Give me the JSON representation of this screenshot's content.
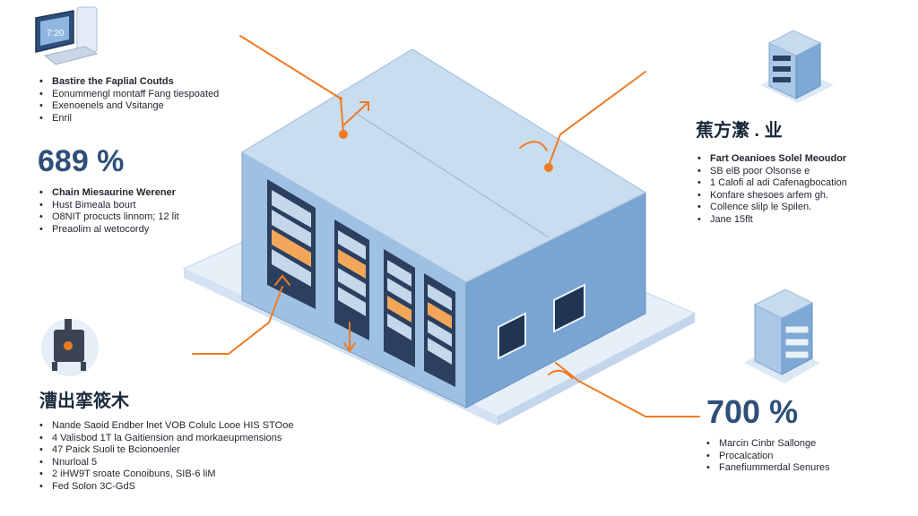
{
  "colors": {
    "accent_orange": "#f07a24",
    "building_roof": "#c9ddf0",
    "building_left_wall": "#9ec1e3",
    "building_right_wall": "#7aa5d3",
    "platform": "#e7f0f9",
    "value_text": "#2e4f79"
  },
  "icons": [
    "computer-icon",
    "server-tower-icon",
    "generator-icon",
    "server-rack-icon"
  ],
  "top_left": {
    "items": [
      {
        "text": "Bastire the Faplial Coutds",
        "bold": true
      },
      {
        "text": "Eonummengl montaff Fang tiespoated",
        "bold": false
      },
      {
        "text": "Exenoenels and Vsitange",
        "bold": false
      },
      {
        "text": "Enril",
        "bold": false
      }
    ],
    "value": "689 %",
    "sub_items": [
      {
        "text": "Chain Miesaurine Werener",
        "bold": true
      },
      {
        "text": "Hust Bimeala bourt",
        "bold": false
      },
      {
        "text": "O8NIT procucts linnom; 12 lit",
        "bold": false
      },
      {
        "text": "Preaolim al wetocordy",
        "bold": false
      }
    ]
  },
  "bottom_left": {
    "heading": "漕出挛筱木",
    "items": [
      {
        "text": "Nande Saoid Endber lnet VOB Colulc Looe HIS STOoe"
      },
      {
        "text": "4 Valisbod 1T la Gaitiension and morkaeupmensions"
      },
      {
        "text": "47 Paick Suoli te Bcionoenler"
      },
      {
        "text": "Nnurloal 5"
      },
      {
        "text": "2 iHW9T sroate Conoibuns, SIB-6 liM"
      },
      {
        "text": "Fed Solon 3C-GdS"
      }
    ]
  },
  "top_right": {
    "heading": "蕉方瀿 .  业",
    "items": [
      {
        "text": "Fart Oeanioes Solel Meoudor",
        "bold": true
      },
      {
        "text": "SB elB poor Olsonse e",
        "bold": false
      },
      {
        "text": "1 Calofi al adi Cafenagbocation",
        "bold": false
      },
      {
        "text": "Konfare shesoes arfem gh.",
        "bold": false
      },
      {
        "text": "Collence slilp le Spilen.",
        "bold": false
      },
      {
        "text": "Jane 15flt",
        "bold": false
      }
    ]
  },
  "bottom_right": {
    "value": "700 %",
    "items": [
      {
        "text": "Marcin Cinbr Sallonge"
      },
      {
        "text": "Procalcation"
      },
      {
        "text": "Fanefiummerdal Senures"
      }
    ]
  }
}
